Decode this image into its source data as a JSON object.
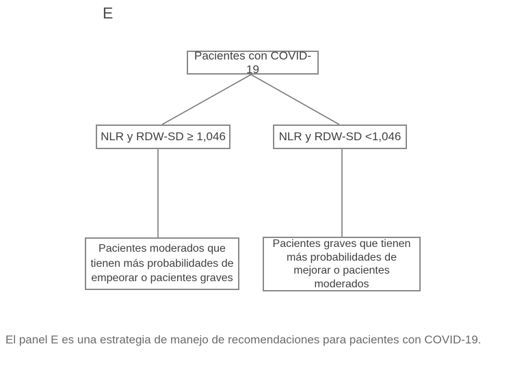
{
  "panel_label": "E",
  "flowchart": {
    "root": "Pacientes con COVID-19",
    "branch_left": {
      "condition": "NLR y RDW-SD ≥ 1,046",
      "outcome": "Pacientes moderados que\ntienen más probabilidades de\nempeorar o pacientes graves"
    },
    "branch_right": {
      "condition": "NLR y RDW-SD <1,046",
      "outcome": "Pacientes graves que tienen\nmás probabilidades de\nmejorar o pacientes\nmoderados"
    }
  },
  "caption": "El panel E es una estrategia de manejo de recomendaciones para pacientes con COVID-19.",
  "colors": {
    "background": "#ffffff",
    "box_border": "#8a8a8a",
    "connector_line": "#7a7a7a",
    "node_text": "#3f3f3f",
    "caption_text": "#6a6a6a",
    "panel_label_text": "#4b4b4b"
  }
}
